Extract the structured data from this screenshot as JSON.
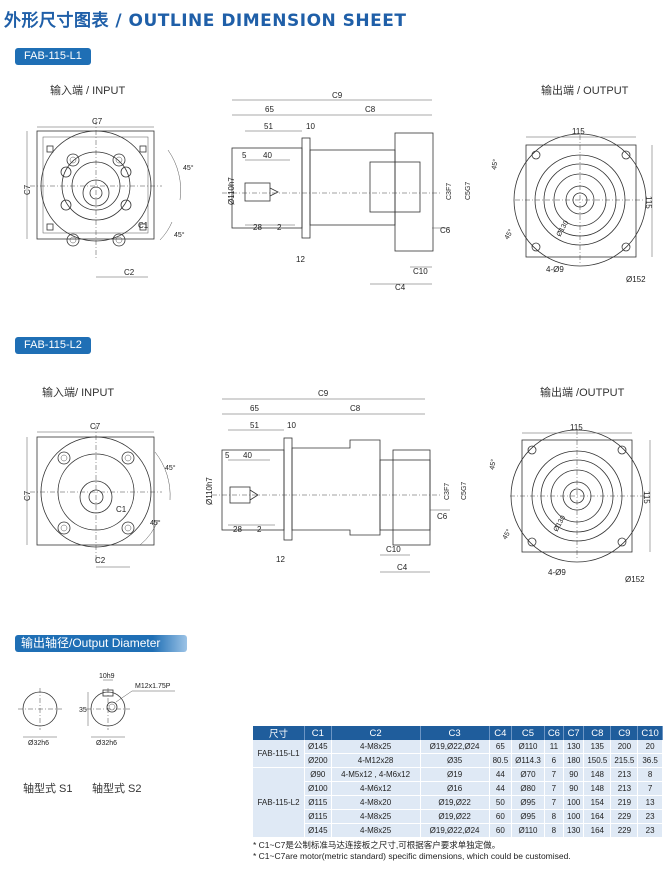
{
  "header": {
    "title": "外形尺寸图表 / OUTLINE DIMENSION SHEET"
  },
  "sections": {
    "l1": "FAB-115-L1",
    "l2": "FAB-115-L2",
    "shaft": "输出轴径/Output Diameter"
  },
  "labels": {
    "input_l1": "输入端 / INPUT",
    "output_l1": "输出端 / OUTPUT",
    "input_l2": "输入端/ INPUT",
    "output_l2": "输出端 /OUTPUT",
    "shaft_s1": "轴型式 S1",
    "shaft_s2": "轴型式 S2"
  },
  "dims": {
    "c1": "C1",
    "c2": "C2",
    "c3": "C3",
    "c4": "C4",
    "c5": "C5",
    "c6": "C6",
    "c7": "C7",
    "c8": "C8",
    "c9": "C9",
    "c10": "C10",
    "d65": "65",
    "d51": "51",
    "d10": "10",
    "d5": "5",
    "d40": "40",
    "d28": "28",
    "d2": "2",
    "d12": "12",
    "d110h7": "Ø110h7",
    "c3f7": "C3F7",
    "c5g7": "C5G7",
    "d115": "115",
    "d130": "Ø130",
    "d152": "Ø152",
    "holes": "4-Ø9",
    "a45": "45°",
    "d10h9": "10h9",
    "d35": "35",
    "m12": "M12x1.75P",
    "d32a": "Ø32h6",
    "d32b": "Ø32h6"
  },
  "table": {
    "headers": [
      "尺寸",
      "C1",
      "C2",
      "C3",
      "C4",
      "C5",
      "C6",
      "C7",
      "C8",
      "C9",
      "C10"
    ],
    "groups": [
      {
        "model": "FAB-115-L1",
        "rows": [
          [
            "Ø145",
            "4-M8x25",
            "Ø19,Ø22,Ø24",
            "65",
            "Ø110",
            "11",
            "130",
            "135",
            "200",
            "20"
          ],
          [
            "Ø200",
            "4-M12x28",
            "Ø35",
            "80.5",
            "Ø114.3",
            "6",
            "180",
            "150.5",
            "215.5",
            "36.5"
          ]
        ]
      },
      {
        "model": "FAB-115-L2",
        "rows": [
          [
            "Ø90",
            "4-M5x12 , 4-M6x12",
            "Ø19",
            "44",
            "Ø70",
            "7",
            "90",
            "148",
            "213",
            "8"
          ],
          [
            "Ø100",
            "4-M6x12",
            "Ø16",
            "44",
            "Ø80",
            "7",
            "90",
            "148",
            "213",
            "7"
          ],
          [
            "Ø115",
            "4-M8x20",
            "Ø19,Ø22",
            "50",
            "Ø95",
            "7",
            "100",
            "154",
            "219",
            "13"
          ],
          [
            "Ø115",
            "4-M8x25",
            "Ø19,Ø22",
            "60",
            "Ø95",
            "8",
            "100",
            "164",
            "229",
            "23"
          ],
          [
            "Ø145",
            "4-M8x25",
            "Ø19,Ø22,Ø24",
            "60",
            "Ø110",
            "8",
            "130",
            "164",
            "229",
            "23"
          ]
        ]
      }
    ]
  },
  "notes": {
    "n1": "* C1~C7是公制标准马达连接板之尺寸,可根据客户要求单独定做。",
    "n2": "* C1~C7are motor(metric standard)  specific dimensions, which could be customised."
  }
}
